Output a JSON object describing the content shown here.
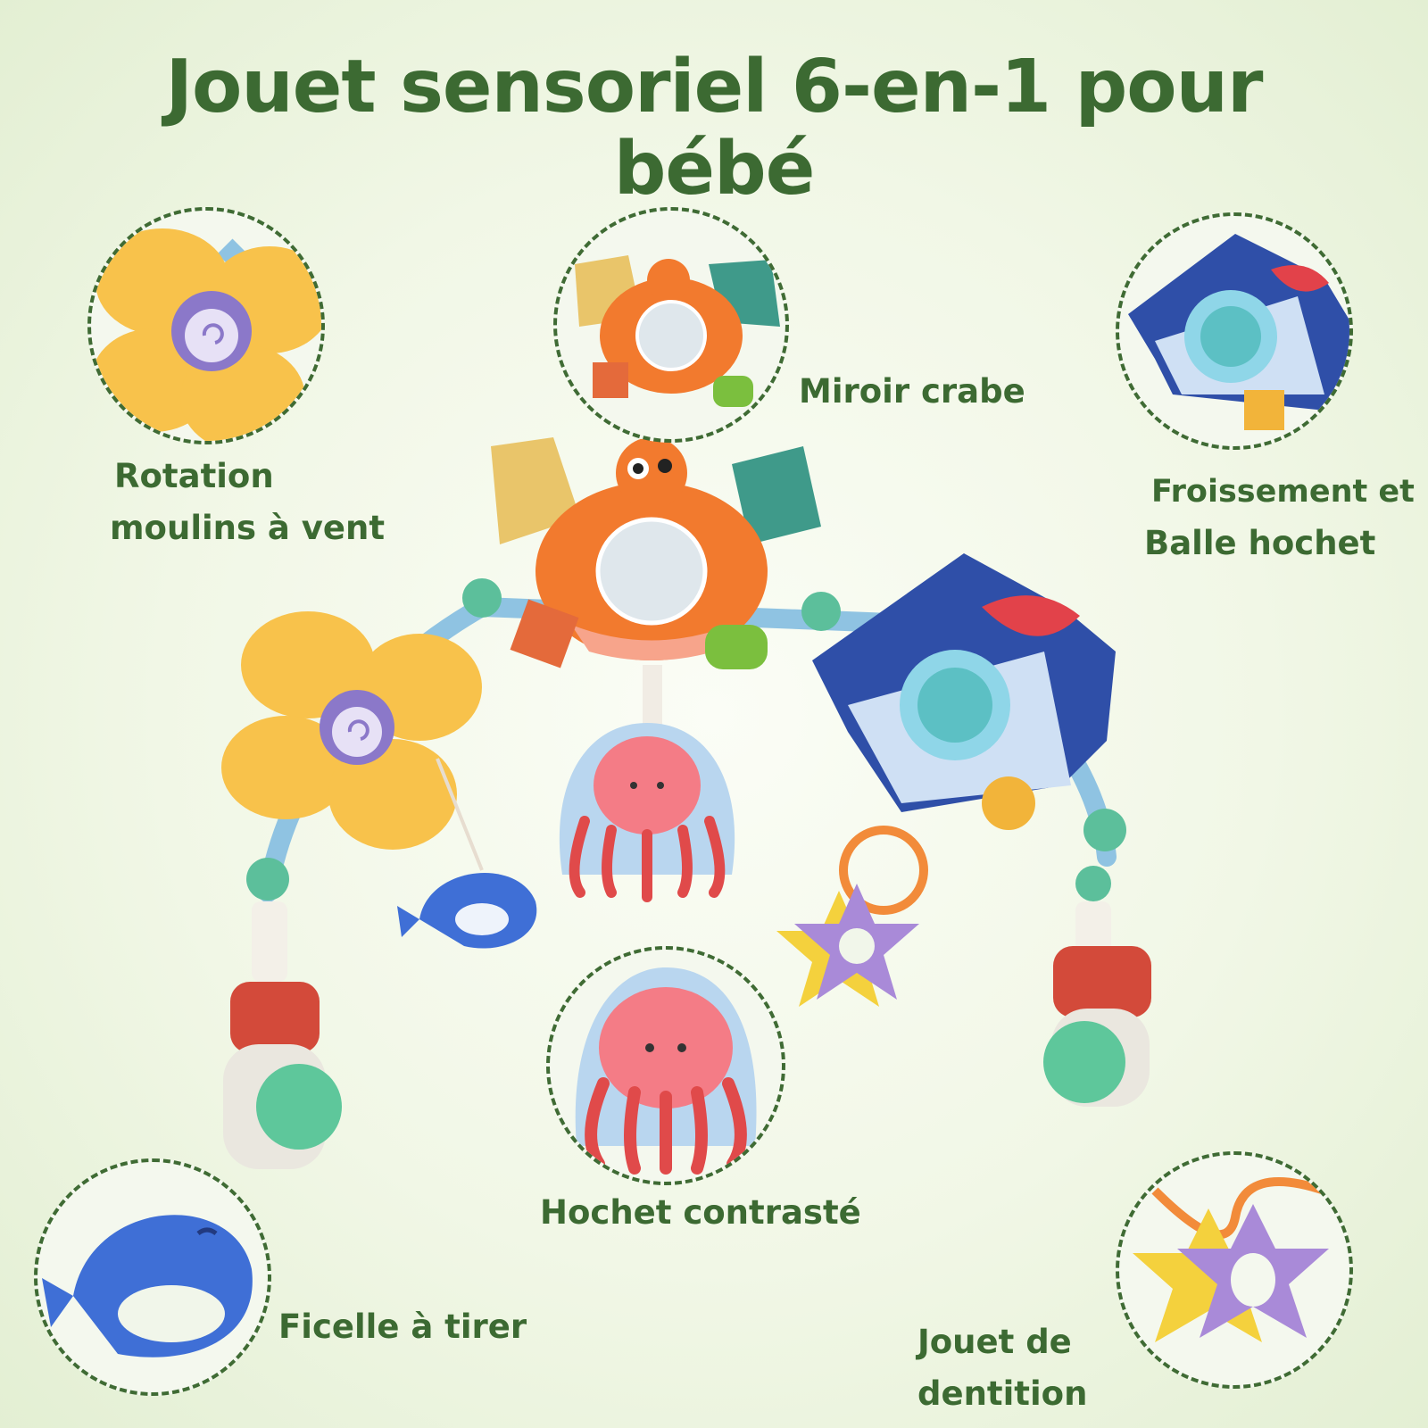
{
  "title": {
    "line1": "Jouet sensoriel 6-en-1 pour",
    "line2": "bébé"
  },
  "features": {
    "windmill": {
      "line1": "Rotation",
      "line2": "moulins à vent",
      "icon": "windmill-icon"
    },
    "crab_mirror": {
      "label": "Miroir crabe",
      "icon": "crab-icon"
    },
    "shark": {
      "line1": "Froissement et",
      "line2": "Balle hochet",
      "icon": "shark-icon"
    },
    "jellyfish": {
      "label": "Hochet contrasté",
      "icon": "jellyfish-icon"
    },
    "whale": {
      "label": "Ficelle à tirer",
      "icon": "whale-icon"
    },
    "teether": {
      "line1": "Jouet de",
      "line2": "dentition",
      "icon": "star-teether-icon"
    }
  },
  "colors": {
    "text_green": "#3c6a32",
    "orange_crab": "#f27a2e",
    "yellow_windmill": "#f8c24b",
    "blue_shark": "#2f4fa8",
    "pink_jellyfish": "#f47c86",
    "purple_star": "#a98ad8"
  }
}
